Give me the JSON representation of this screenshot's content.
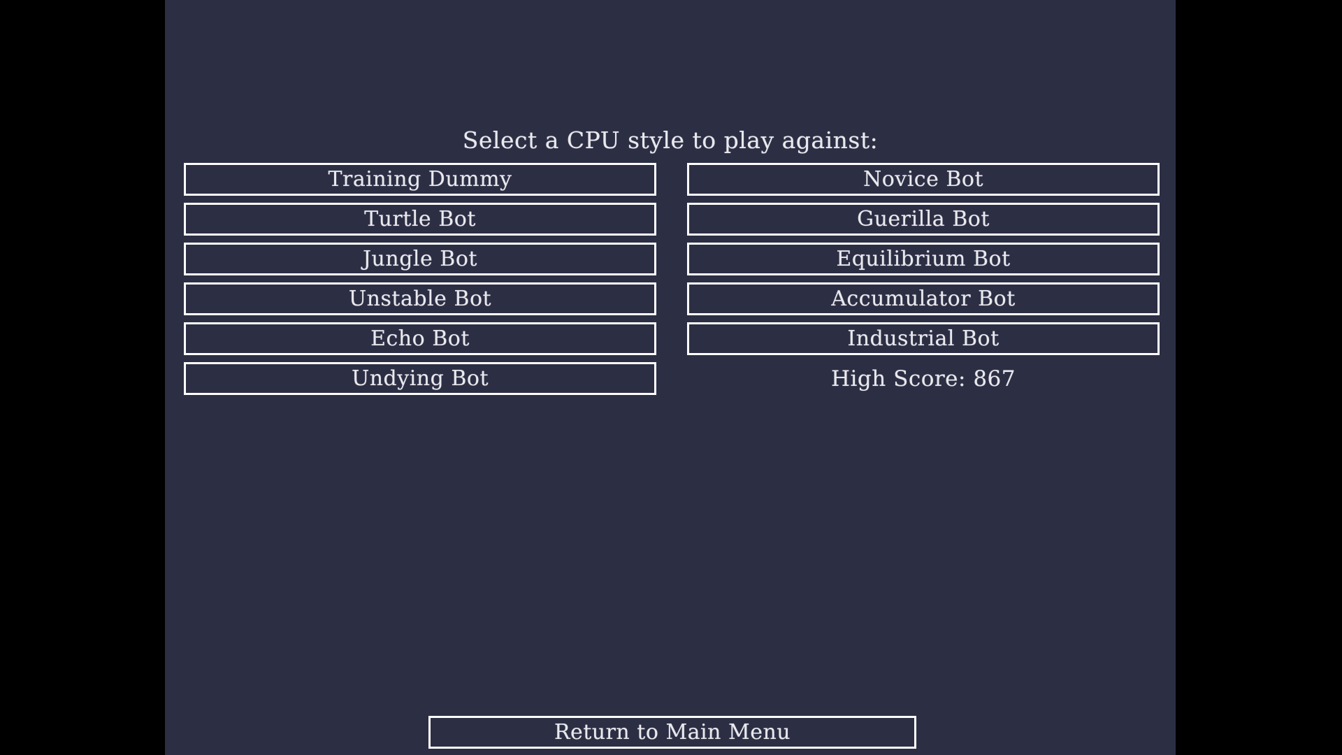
{
  "title": "Select a CPU style to play against:",
  "cpu": {
    "left": [
      "Training Dummy",
      "Turtle Bot",
      "Jungle Bot",
      "Unstable Bot",
      "Echo Bot",
      "Undying Bot"
    ],
    "right": [
      "Novice Bot",
      "Guerilla Bot",
      "Equilibrium Bot",
      "Accumulator Bot",
      "Industrial Bot"
    ]
  },
  "high_score": {
    "text": "High Score: 867",
    "value": "867"
  },
  "return_button": {
    "label": "Return to Main Menu"
  },
  "colors": {
    "background": "#2c2e44",
    "letterbox": "#000000",
    "button_border": "#ffffff",
    "text": "#e9e9ee"
  }
}
